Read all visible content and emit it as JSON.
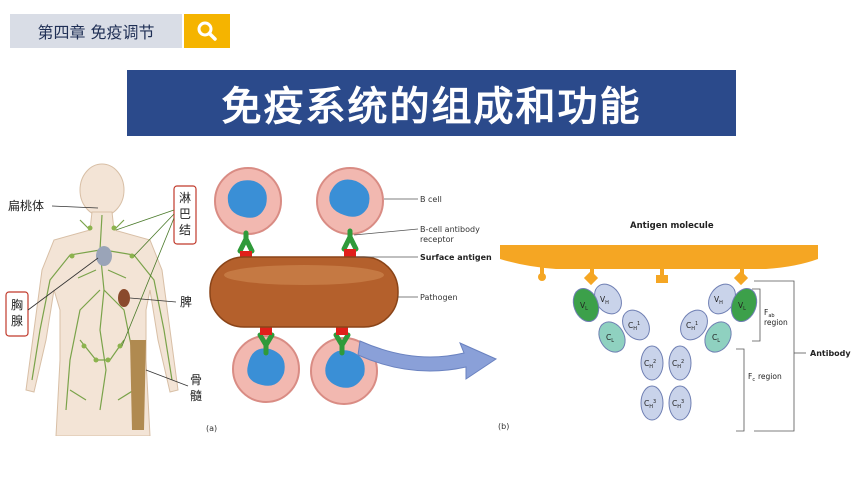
{
  "header": {
    "chapter_label": "第四章 免疫调节",
    "title": "免疫系统的组成和功能"
  },
  "search_icon": "search-icon",
  "colors": {
    "tag_bg": "#d9dde6",
    "search_bg": "#f5b400",
    "title_bg": "#2b4a8b"
  },
  "body_figure": {
    "tonsil": "扁桃体",
    "lymph_node": "淋巴结",
    "thymus": "胸腺",
    "spleen": "脾",
    "marrow": "骨髓"
  },
  "bcell_figure": {
    "b_cell": "B cell",
    "receptor_line1": "B-cell antibody",
    "receptor_line2": "receptor",
    "surface_antigen": "Surface antigen",
    "pathogen": "Pathogen",
    "panel_label": "(a)"
  },
  "antibody_figure": {
    "antigen_molecule": "Antigen molecule",
    "vh": "V",
    "vh_sub": "H",
    "vl": "V",
    "vl_sub": "L",
    "cl": "C",
    "cl_sub": "L",
    "ch": "C",
    "ch_sub": "H",
    "ch1_sup": "1",
    "ch2_sup": "2",
    "ch3_sup": "3",
    "fab": "F",
    "fab_sub": "ab",
    "fab_region": "region",
    "fc": "F",
    "fc_sub": "c",
    "fc_region": "region",
    "antibody": "Antibody",
    "panel_label": "(b)"
  }
}
